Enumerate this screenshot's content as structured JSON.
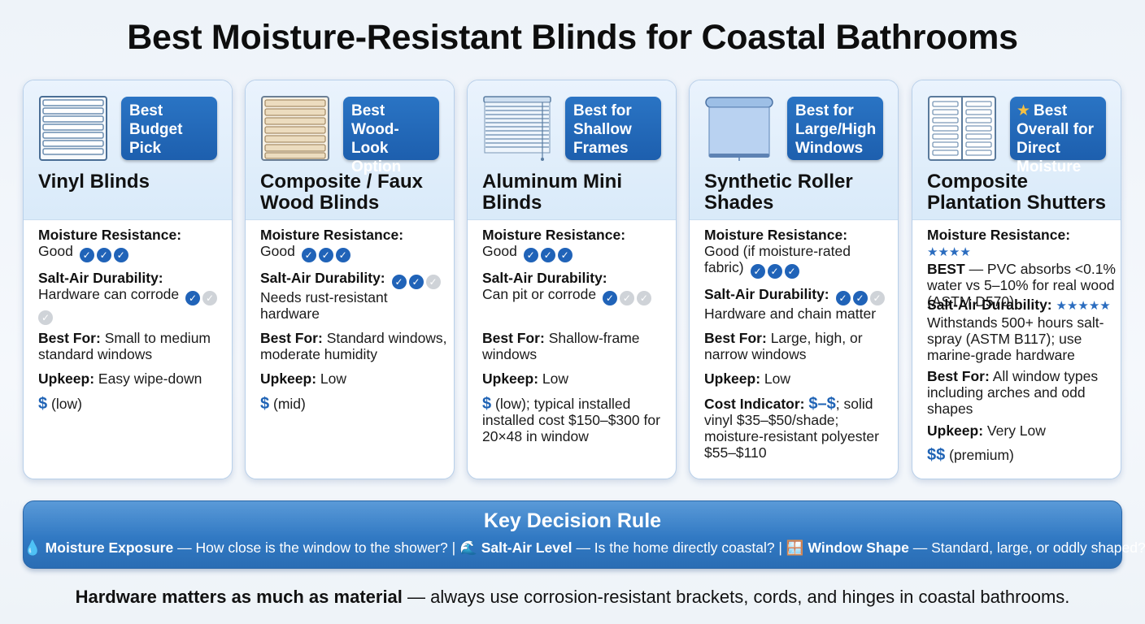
{
  "title": "Best Moisture-Resistant Blinds for Coastal Bathrooms",
  "labels": {
    "moisture": "Moisture Resistance:",
    "salt": "Salt-Air Durability:",
    "best_for": "Best For:",
    "upkeep": "Upkeep:",
    "cost": "Cost Indicator:"
  },
  "cards": [
    {
      "badge": "Best Budget Pick",
      "name": "Vinyl Blinds",
      "moisture": "Good",
      "moisture_rating": [
        1,
        1,
        1
      ],
      "salt": "Hardware can corrode",
      "salt_rating": [
        1,
        0,
        0
      ],
      "best_for": "Small to medium standard windows",
      "upkeep": "Easy wipe-down",
      "price_symbol": "$",
      "price_note": "(low)"
    },
    {
      "badge": "Best Wood-Look Option",
      "name": "Composite / Faux Wood Blinds",
      "moisture": "Good",
      "moisture_rating": [
        1,
        1,
        1
      ],
      "salt": "Needs rust-resistant hardware",
      "salt_rating": [
        1,
        1,
        0
      ],
      "best_for": "Standard windows, moderate humidity",
      "upkeep": "Low",
      "price_symbol": "$",
      "price_note": "(mid)"
    },
    {
      "badge": "Best for Shallow Frames",
      "name": "Aluminum Mini Blinds",
      "moisture": "Good",
      "moisture_rating": [
        1,
        1,
        1
      ],
      "salt": "Can pit or corrode",
      "salt_rating": [
        1,
        0,
        0
      ],
      "best_for": "Shallow-frame windows",
      "upkeep": "Low",
      "price_symbol": "$",
      "price_note": "(low); typical installed installed cost $150–$300 for 20×48 in window"
    },
    {
      "badge": "Best for Large/High Windows",
      "name": "Synthetic Roller Shades",
      "moisture": "Good (if moisture-rated fabric)",
      "moisture_rating": [
        1,
        1,
        1
      ],
      "salt": "Hardware and chain matter",
      "salt_rating": [
        1,
        1,
        0
      ],
      "best_for": "Large, high, or narrow windows",
      "upkeep": "Low",
      "price_symbol": "$–$",
      "price_note": "; solid vinyl $35–$50/shade; moisture-resistant polyester $55–$110"
    },
    {
      "badge": "Best Overall for Direct Moisture",
      "badge_icon": "star-icon",
      "name": "Composite Plantation Shutters",
      "moisture_stars": "★★★★",
      "moisture_lead": "BEST",
      "moisture": "— PVC absorbs <0.1% water vs 5–10% for real wood (ASTM D570)",
      "salt_stars": "★★★★★",
      "salt": "Withstands 500+ hours salt-spray (ASTM B117); use marine-grade hardware",
      "best_for": "All window types including arches and odd shapes",
      "upkeep": "Very Low",
      "price_symbol": "$$",
      "price_note": "(premium)"
    }
  ],
  "rule": {
    "title": "Key Decision Rule",
    "items": [
      {
        "icon": "💧",
        "label": "Moisture Exposure",
        "text": "— How close is the window to the shower? |"
      },
      {
        "icon": "🌊",
        "label": "Salt-Air Level",
        "text": "— Is the home directly coastal? |"
      },
      {
        "icon": "🪟",
        "label": "Window Shape",
        "text": "— Standard, large, or oddly shaped?"
      }
    ]
  },
  "footer": {
    "bold": "Hardware matters as much as material",
    "rest": " — always use corrosion-resistant brackets, cords, and hinges in coastal bathrooms."
  },
  "colors": {
    "accent": "#1f63b5",
    "check_on": "#2063b8",
    "check_off": "#cfd3d8",
    "star": "#f5c043"
  }
}
